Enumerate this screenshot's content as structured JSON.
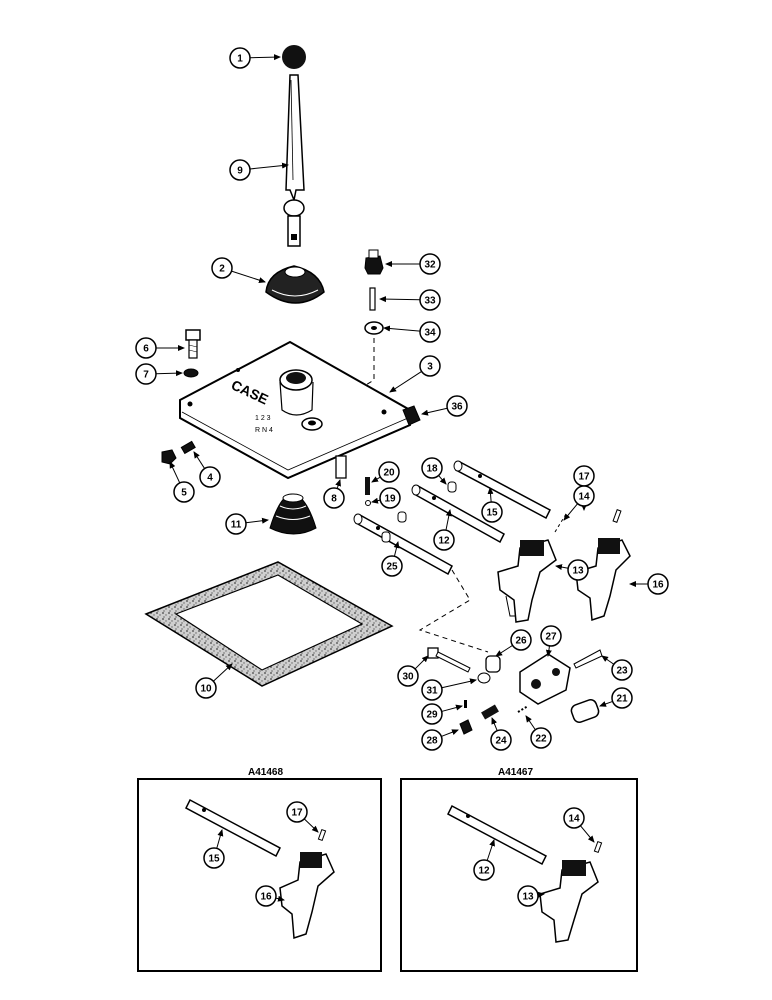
{
  "callouts": {
    "c1": "1",
    "c2": "2",
    "c3": "3",
    "c4": "4",
    "c5": "5",
    "c6": "6",
    "c7": "7",
    "c8": "8",
    "c9": "9",
    "c10": "10",
    "c11": "11",
    "c12": "12",
    "c13": "13",
    "c14": "14",
    "c15": "15",
    "c16": "16",
    "c17": "17",
    "c18": "18",
    "c19": "19",
    "c20": "20",
    "c21": "21",
    "c22": "22",
    "c23": "23",
    "c24": "24",
    "c25": "25",
    "c26": "26",
    "c27": "27",
    "c28": "28",
    "c29": "29",
    "c30": "30",
    "c31": "31",
    "c32": "32",
    "c33": "33",
    "c34": "34",
    "c36": "36",
    "i17": "17",
    "i15": "15",
    "i16": "16",
    "i14": "14",
    "i12": "12",
    "i13": "13"
  },
  "insets": {
    "left_label": "A41468",
    "right_label": "A41467"
  },
  "cover_text": "CASE"
}
